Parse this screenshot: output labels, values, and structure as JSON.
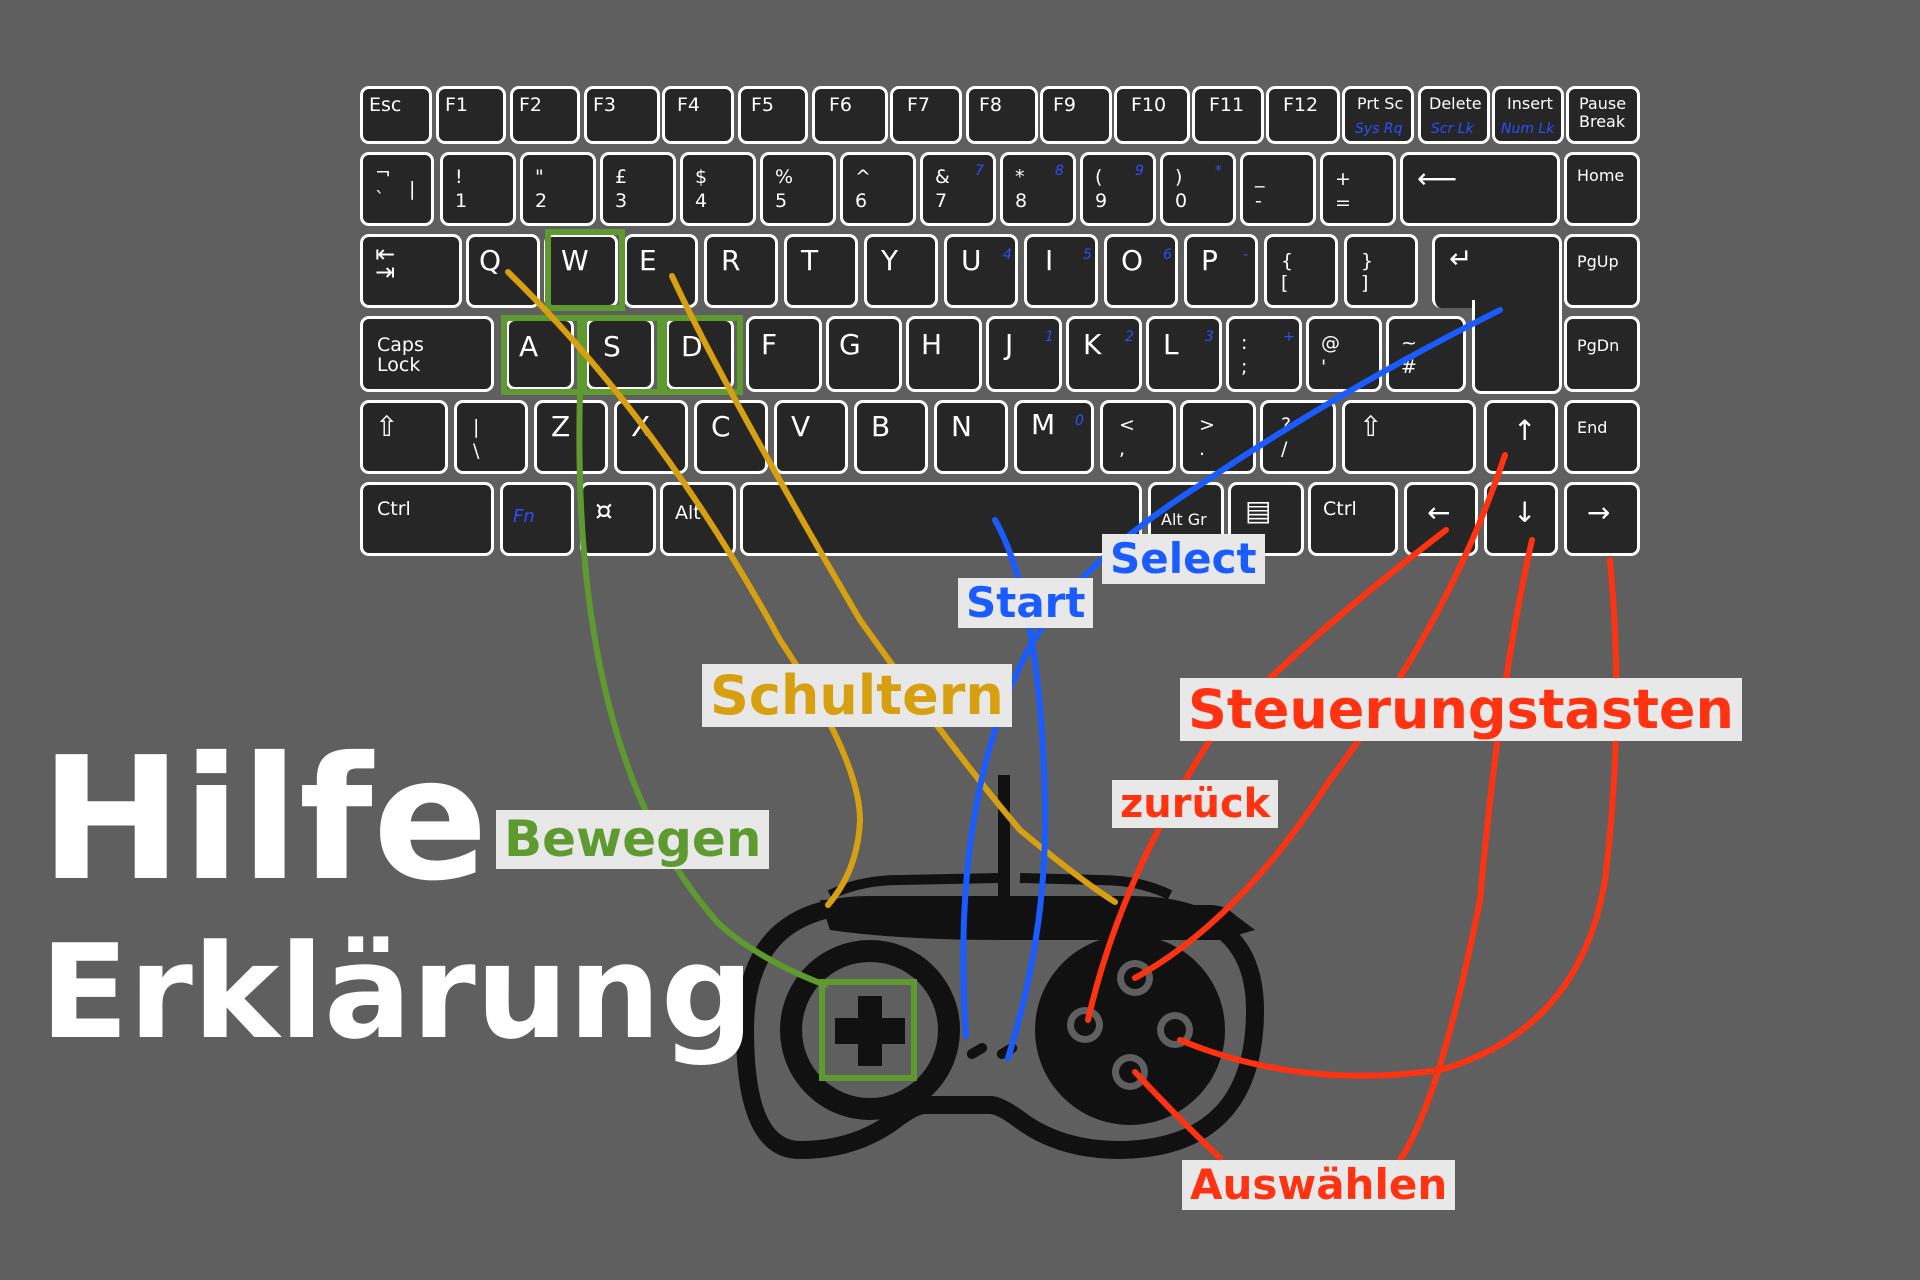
{
  "title": {
    "line1": "Hilfe",
    "line2": "Erklärung"
  },
  "labels": {
    "bewegen": "Bewegen",
    "schultern": "Schultern",
    "start": "Start",
    "select": "Select",
    "steuerungstasten": "Steuerungstasten",
    "zurueck": "zurück",
    "auswaehlen": "Auswählen"
  },
  "colors": {
    "background": "#5f5f5f",
    "green": "#5e9a2f",
    "orange": "#d6a010",
    "blue": "#1a5cff",
    "red": "#ff3311",
    "callout_bg": "#e8e8e8"
  },
  "keyboard": {
    "row_function": [
      "Esc",
      "F1",
      "F2",
      "F3",
      "F4",
      "F5",
      "F6",
      "F7",
      "F8",
      "F9",
      "F10",
      "F11",
      "F12",
      "Prt Sc",
      "Sys Rq",
      "Delete",
      "Scr Lk",
      "Insert",
      "Num Lk",
      "Pause",
      "Break"
    ],
    "row_numbers": [
      "¬",
      "`",
      "|",
      "!",
      "1",
      "\"",
      "2",
      "£",
      "3",
      "$",
      "4",
      "%",
      "5",
      "^",
      "6",
      "&",
      "7",
      "*",
      "8",
      "(",
      "9",
      ")",
      "0",
      "_",
      "-",
      "+",
      "=",
      "Home"
    ],
    "row_qwerty": [
      "Q",
      "W",
      "E",
      "R",
      "T",
      "Y",
      "U",
      "I",
      "O",
      "P",
      "{",
      "[",
      "}",
      "]",
      "PgUp"
    ],
    "row_home": [
      "Caps",
      "Lock",
      "A",
      "S",
      "D",
      "F",
      "G",
      "H",
      "J",
      "K",
      "L",
      ":",
      ";",
      "@",
      "'",
      "~",
      "#",
      "PgDn"
    ],
    "row_bottom_letters": [
      "|",
      "\\",
      "Z",
      "X",
      "C",
      "V",
      "B",
      "N",
      "M",
      "<",
      ",",
      ">",
      ".",
      "?",
      "/",
      "End"
    ],
    "row_modifiers": [
      "Ctrl",
      "Fn",
      "Alt",
      "Alt Gr",
      "Ctrl"
    ],
    "numpad_overlay": [
      "7",
      "8",
      "9",
      "*",
      "4",
      "5",
      "6",
      "-",
      "1",
      "2",
      "3",
      "+",
      "0"
    ]
  },
  "icons": {
    "backspace": "arrow-left-icon",
    "tab": "tab-icon",
    "enter": "enter-icon",
    "shift": "shift-icon",
    "windows": "currency-sign-icon",
    "menu": "context-menu-icon",
    "arrows": [
      "arrow-up-icon",
      "arrow-left-icon",
      "arrow-down-icon",
      "arrow-right-icon"
    ],
    "controller": "gamepad-icon",
    "dpad": "dpad-icon"
  }
}
